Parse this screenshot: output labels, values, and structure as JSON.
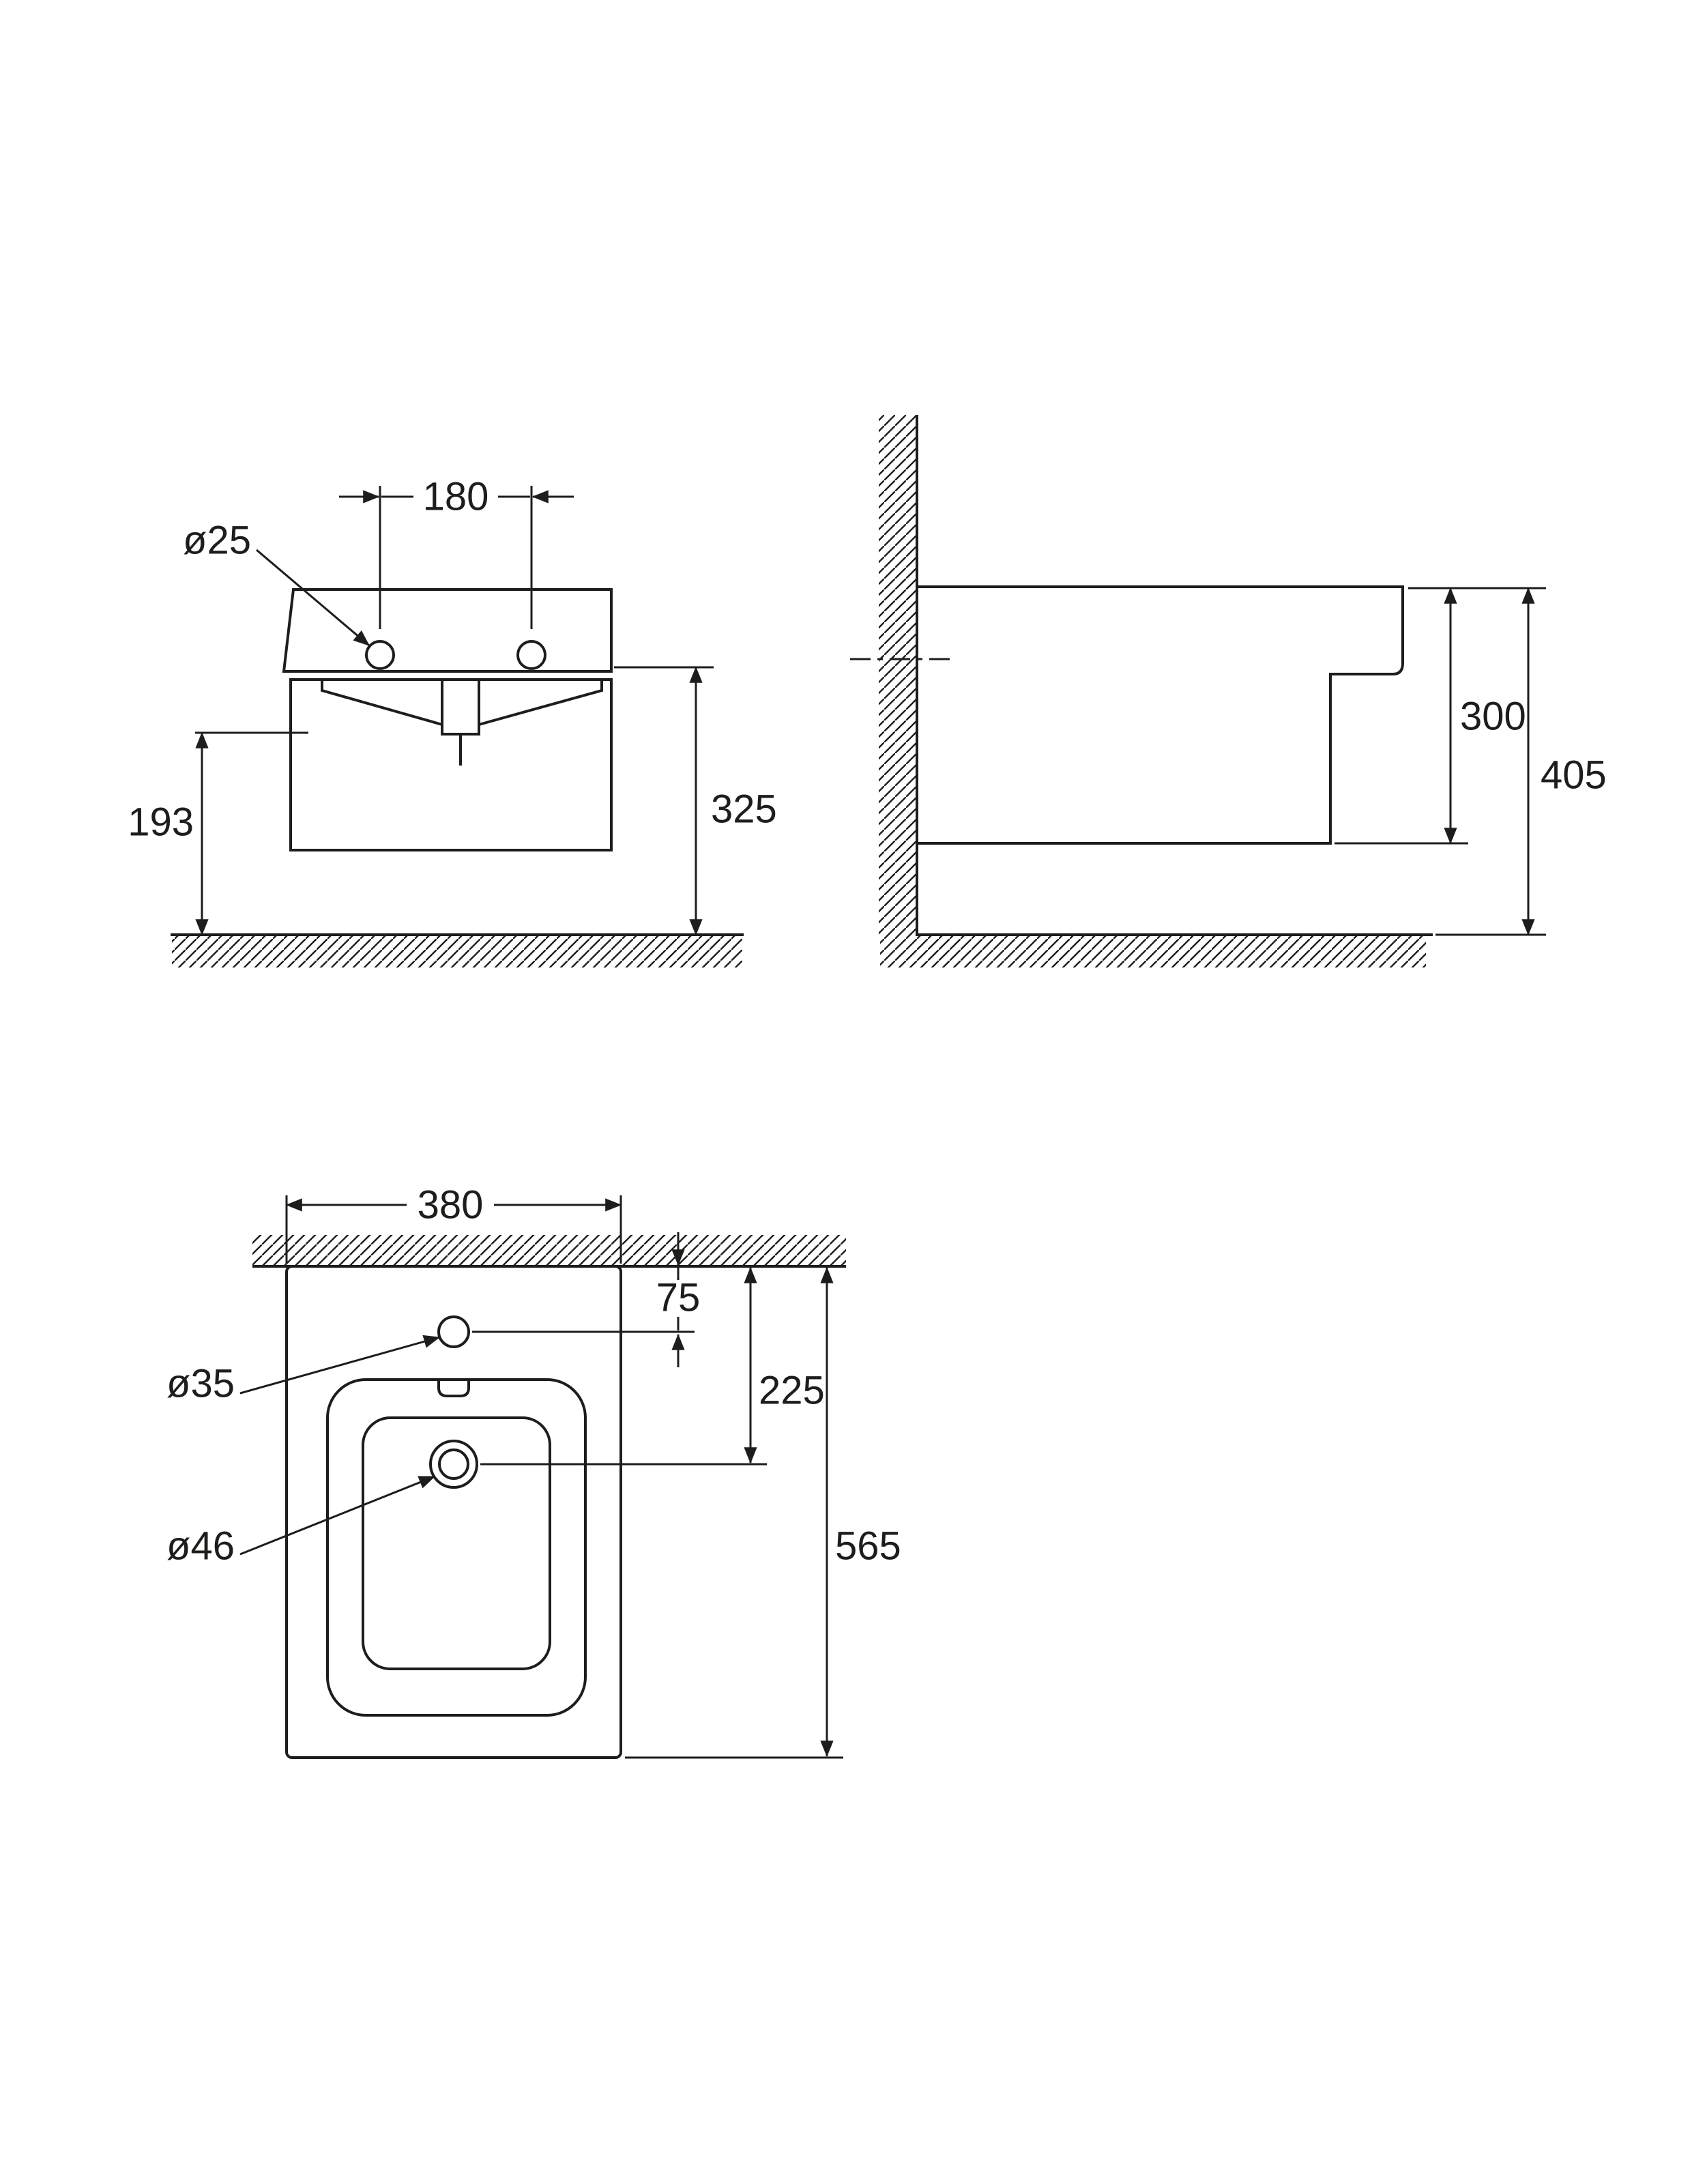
{
  "drawing": {
    "colors": {
      "line": "#1d1d1b",
      "background": "#ffffff"
    },
    "front_view": {
      "hole_spacing": "180",
      "hole_diameter": "ø25",
      "rim_height": "325",
      "underside_height": "193"
    },
    "side_view": {
      "body_height": "300",
      "overall_height": "405"
    },
    "plan_view": {
      "width": "380",
      "tap_hole_offset": "75",
      "drain_offset": "225",
      "depth": "565",
      "tap_hole_diameter": "ø35",
      "drain_diameter": "ø46"
    }
  }
}
